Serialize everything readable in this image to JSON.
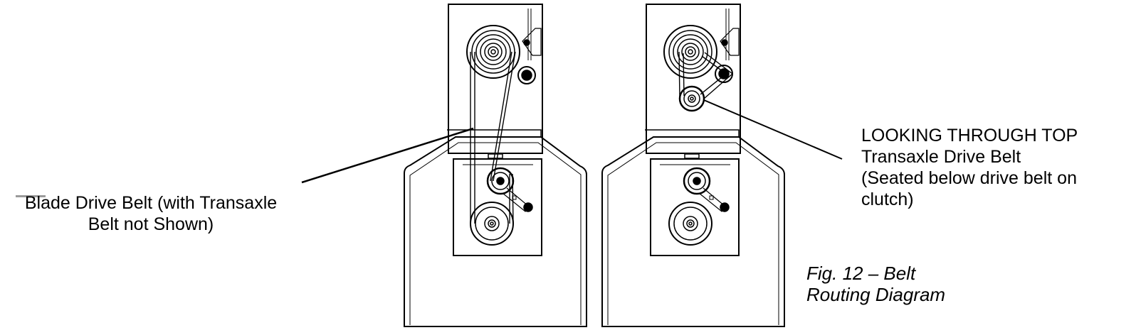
{
  "labels": {
    "blade_belt": {
      "line1": "Blade Drive Belt (with Transaxle",
      "line2": "Belt not Shown)"
    },
    "transaxle_belt": {
      "line1": "LOOKING THROUGH TOP",
      "line2": "Transaxle Drive Belt",
      "line3": "(Seated below drive belt on",
      "line4": "clutch)"
    }
  },
  "caption": {
    "line1": "Fig. 12 – Belt",
    "line2": "Routing Diagram"
  }
}
